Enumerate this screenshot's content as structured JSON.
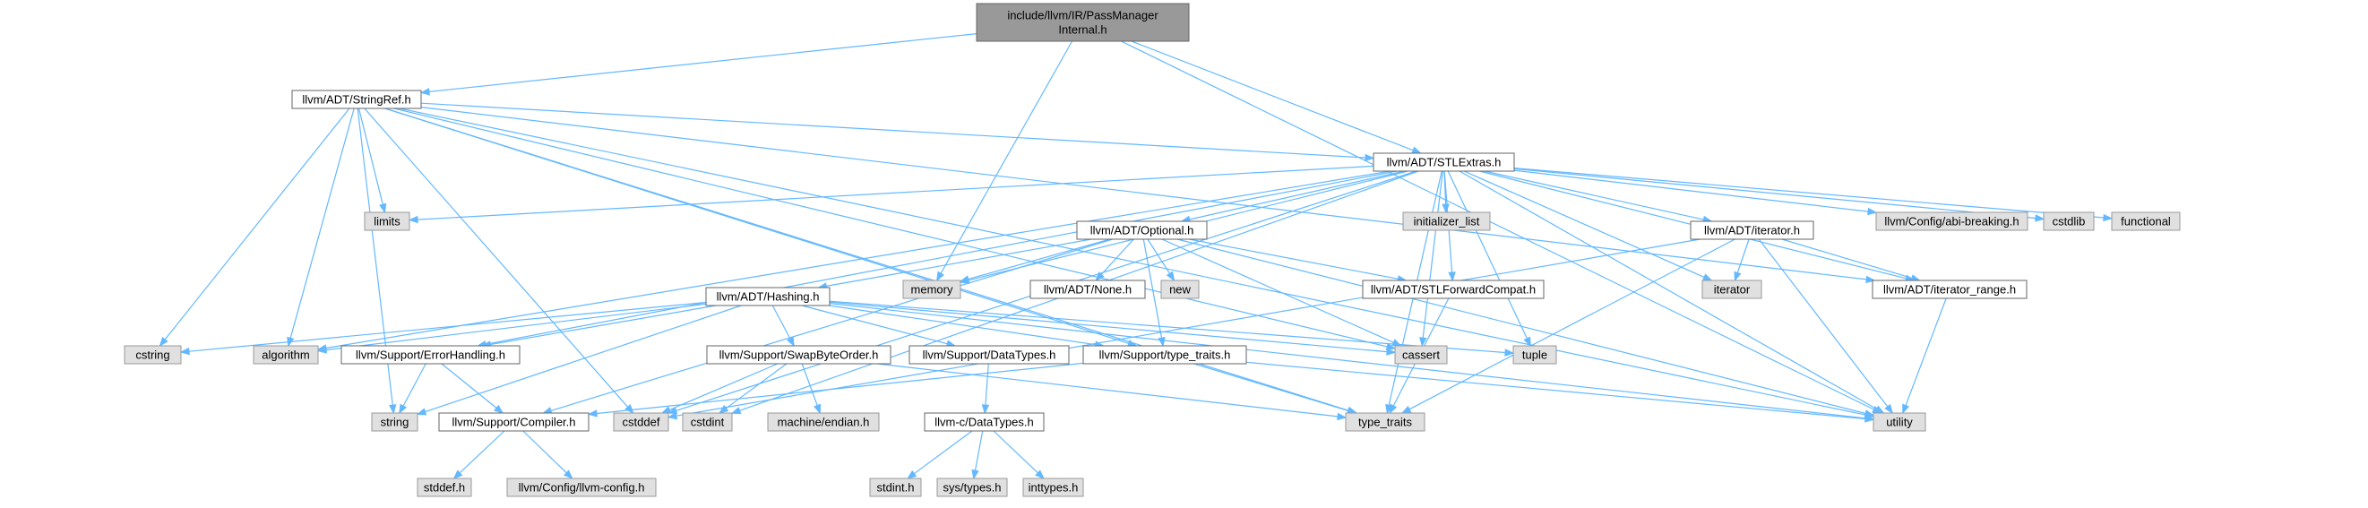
{
  "colors": {
    "root_fill": "#999999",
    "white_fill": "#ffffff",
    "gray_fill": "#e0e0e0",
    "border_dark": "#666666",
    "border_light": "#999999",
    "edge": "#63b8ff"
  },
  "nodes": [
    {
      "id": "passmanager",
      "lines": [
        "include/llvm/IR/PassManager",
        "Internal.h"
      ],
      "style": "root"
    },
    {
      "id": "stringref",
      "lines": [
        "llvm/ADT/StringRef.h"
      ],
      "style": "white"
    },
    {
      "id": "stlextras",
      "lines": [
        "llvm/ADT/STLExtras.h"
      ],
      "style": "white"
    },
    {
      "id": "limits",
      "lines": [
        "limits"
      ],
      "style": "gray"
    },
    {
      "id": "initializer_list",
      "lines": [
        "initializer_list"
      ],
      "style": "gray"
    },
    {
      "id": "abibreaking",
      "lines": [
        "llvm/Config/abi-breaking.h"
      ],
      "style": "gray"
    },
    {
      "id": "cstdlib",
      "lines": [
        "cstdlib"
      ],
      "style": "gray"
    },
    {
      "id": "functional",
      "lines": [
        "functional"
      ],
      "style": "gray"
    },
    {
      "id": "optional",
      "lines": [
        "llvm/ADT/Optional.h"
      ],
      "style": "white"
    },
    {
      "id": "iteratorh",
      "lines": [
        "llvm/ADT/iterator.h"
      ],
      "style": "white"
    },
    {
      "id": "memory",
      "lines": [
        "memory"
      ],
      "style": "gray"
    },
    {
      "id": "none",
      "lines": [
        "llvm/ADT/None.h"
      ],
      "style": "white"
    },
    {
      "id": "new",
      "lines": [
        "new"
      ],
      "style": "gray"
    },
    {
      "id": "stlforward",
      "lines": [
        "llvm/ADT/STLForwardCompat.h"
      ],
      "style": "white"
    },
    {
      "id": "iterator",
      "lines": [
        "iterator"
      ],
      "style": "gray"
    },
    {
      "id": "iteratorrange",
      "lines": [
        "llvm/ADT/iterator_range.h"
      ],
      "style": "white"
    },
    {
      "id": "hashing",
      "lines": [
        "llvm/ADT/Hashing.h"
      ],
      "style": "white"
    },
    {
      "id": "cstring",
      "lines": [
        "cstring"
      ],
      "style": "gray"
    },
    {
      "id": "algorithm",
      "lines": [
        "algorithm"
      ],
      "style": "gray"
    },
    {
      "id": "errorhandling",
      "lines": [
        "llvm/Support/ErrorHandling.h"
      ],
      "style": "white"
    },
    {
      "id": "swapbyteorder",
      "lines": [
        "llvm/Support/SwapByteOrder.h"
      ],
      "style": "white"
    },
    {
      "id": "datatypes",
      "lines": [
        "llvm/Support/DataTypes.h"
      ],
      "style": "white"
    },
    {
      "id": "typetraitsh",
      "lines": [
        "llvm/Support/type_traits.h"
      ],
      "style": "white"
    },
    {
      "id": "cassert",
      "lines": [
        "cassert"
      ],
      "style": "gray"
    },
    {
      "id": "tuple",
      "lines": [
        "tuple"
      ],
      "style": "gray"
    },
    {
      "id": "string",
      "lines": [
        "string"
      ],
      "style": "gray"
    },
    {
      "id": "compiler",
      "lines": [
        "llvm/Support/Compiler.h"
      ],
      "style": "white"
    },
    {
      "id": "cstddef",
      "lines": [
        "cstddef"
      ],
      "style": "gray"
    },
    {
      "id": "cstdint",
      "lines": [
        "cstdint"
      ],
      "style": "gray"
    },
    {
      "id": "machineendian",
      "lines": [
        "machine/endian.h"
      ],
      "style": "gray"
    },
    {
      "id": "cdatatypes",
      "lines": [
        "llvm-c/DataTypes.h"
      ],
      "style": "white"
    },
    {
      "id": "type_traits",
      "lines": [
        "type_traits"
      ],
      "style": "gray"
    },
    {
      "id": "utility",
      "lines": [
        "utility"
      ],
      "style": "gray"
    },
    {
      "id": "stddef",
      "lines": [
        "stddef.h"
      ],
      "style": "gray"
    },
    {
      "id": "llvmconfig",
      "lines": [
        "llvm/Config/llvm-config.h"
      ],
      "style": "gray"
    },
    {
      "id": "stdint",
      "lines": [
        "stdint.h"
      ],
      "style": "gray"
    },
    {
      "id": "systypes",
      "lines": [
        "sys/types.h"
      ],
      "style": "gray"
    },
    {
      "id": "inttypes",
      "lines": [
        "inttypes.h"
      ],
      "style": "gray"
    }
  ],
  "edges": [
    [
      "passmanager",
      "stringref"
    ],
    [
      "passmanager",
      "stlextras"
    ],
    [
      "passmanager",
      "memory"
    ],
    [
      "passmanager",
      "utility"
    ],
    [
      "stringref",
      "stlextras"
    ],
    [
      "stringref",
      "limits"
    ],
    [
      "stringref",
      "cstring"
    ],
    [
      "stringref",
      "algorithm"
    ],
    [
      "stringref",
      "typetraitsh"
    ],
    [
      "stringref",
      "cassert"
    ],
    [
      "stringref",
      "string"
    ],
    [
      "stringref",
      "cstddef"
    ],
    [
      "stringref",
      "iteratorrange"
    ],
    [
      "stringref",
      "utility"
    ],
    [
      "stringref",
      "type_traits"
    ],
    [
      "stlextras",
      "limits"
    ],
    [
      "stlextras",
      "initializer_list"
    ],
    [
      "stlextras",
      "abibreaking"
    ],
    [
      "stlextras",
      "cstdlib"
    ],
    [
      "stlextras",
      "functional"
    ],
    [
      "stlextras",
      "optional"
    ],
    [
      "stlextras",
      "iteratorh"
    ],
    [
      "stlextras",
      "memory"
    ],
    [
      "stlextras",
      "stlforward"
    ],
    [
      "stlextras",
      "iterator"
    ],
    [
      "stlextras",
      "iteratorrange"
    ],
    [
      "stlextras",
      "errorhandling"
    ],
    [
      "stlextras",
      "algorithm"
    ],
    [
      "stlextras",
      "cassert"
    ],
    [
      "stlextras",
      "tuple"
    ],
    [
      "stlextras",
      "type_traits"
    ],
    [
      "stlextras",
      "utility"
    ],
    [
      "stlextras",
      "cstddef"
    ],
    [
      "stlextras",
      "cstdint"
    ],
    [
      "optional",
      "hashing"
    ],
    [
      "optional",
      "none"
    ],
    [
      "optional",
      "new"
    ],
    [
      "optional",
      "memory"
    ],
    [
      "optional",
      "stlforward"
    ],
    [
      "optional",
      "compiler"
    ],
    [
      "optional",
      "typetraitsh"
    ],
    [
      "optional",
      "cassert"
    ],
    [
      "optional",
      "utility"
    ],
    [
      "iteratorh",
      "iterator"
    ],
    [
      "iteratorh",
      "iteratorrange"
    ],
    [
      "iteratorh",
      "cstddef"
    ],
    [
      "iteratorh",
      "type_traits"
    ],
    [
      "iteratorh",
      "utility"
    ],
    [
      "stlforward",
      "type_traits"
    ],
    [
      "iteratorrange",
      "utility"
    ],
    [
      "hashing",
      "cstring"
    ],
    [
      "hashing",
      "algorithm"
    ],
    [
      "hashing",
      "errorhandling"
    ],
    [
      "hashing",
      "swapbyteorder"
    ],
    [
      "hashing",
      "datatypes"
    ],
    [
      "hashing",
      "typetraitsh"
    ],
    [
      "hashing",
      "cassert"
    ],
    [
      "hashing",
      "tuple"
    ],
    [
      "hashing",
      "string"
    ],
    [
      "hashing",
      "utility"
    ],
    [
      "errorhandling",
      "compiler"
    ],
    [
      "errorhandling",
      "string"
    ],
    [
      "swapbyteorder",
      "cstddef"
    ],
    [
      "swapbyteorder",
      "cstdint"
    ],
    [
      "swapbyteorder",
      "machineendian"
    ],
    [
      "swapbyteorder",
      "type_traits"
    ],
    [
      "datatypes",
      "cdatatypes"
    ],
    [
      "typetraitsh",
      "type_traits"
    ],
    [
      "typetraitsh",
      "utility"
    ],
    [
      "typetraitsh",
      "compiler"
    ],
    [
      "compiler",
      "stddef"
    ],
    [
      "compiler",
      "llvmconfig"
    ],
    [
      "cdatatypes",
      "stdint"
    ],
    [
      "cdatatypes",
      "systypes"
    ],
    [
      "cdatatypes",
      "inttypes"
    ]
  ]
}
